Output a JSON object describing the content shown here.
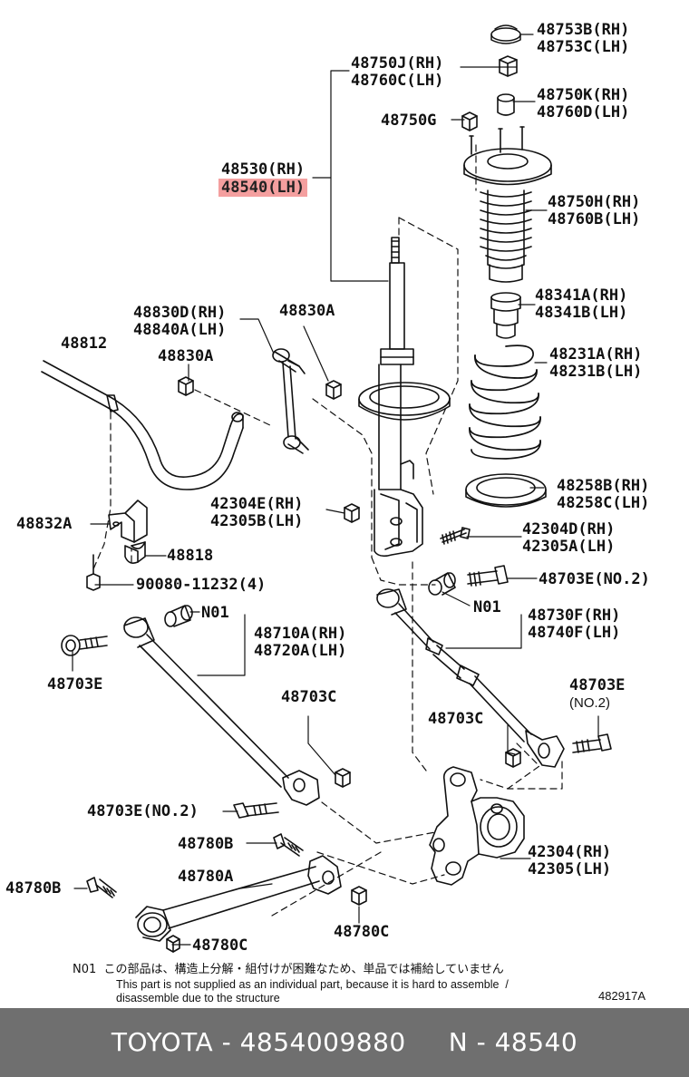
{
  "labels": {
    "p48753": [
      "48753B(RH)",
      "48753C(LH)"
    ],
    "p48750j": [
      "48750J(RH)",
      "48760C(LH)"
    ],
    "p48750k": [
      "48750K(RH)",
      "48760D(LH)"
    ],
    "p48750g": "48750G",
    "p48530": [
      "48530(RH)",
      "48540(LH)"
    ],
    "p48750h": [
      "48750H(RH)",
      "48760B(LH)"
    ],
    "p48341": [
      "48341A(RH)",
      "48341B(LH)"
    ],
    "p48830d": [
      "48830D(RH)",
      "48840A(LH)"
    ],
    "p48830a_1": "48830A",
    "p48812": "48812",
    "p48830a_2": "48830A",
    "p48231": [
      "48231A(RH)",
      "48231B(LH)"
    ],
    "p48258": [
      "48258B(RH)",
      "48258C(LH)"
    ],
    "p42304e": [
      "42304E(RH)",
      "42305B(LH)"
    ],
    "p48832": "48832A",
    "p42304d": [
      "42304D(RH)",
      "42305A(LH)"
    ],
    "p48818": "48818",
    "p90080": "90080-11232(4)",
    "p48703e_no2_top": "48703E(NO.2)",
    "p_n01_right": "N01",
    "p48730f": [
      "48730F(RH)",
      "48740F(LH)"
    ],
    "p_n01_left": "N01",
    "p48710a": [
      "48710A(RH)",
      "48720A(LH)"
    ],
    "p48703e_left": "48703E",
    "p48703e_right": [
      "48703E",
      "(NO.2)"
    ],
    "p48703c_mid": "48703C",
    "p48703c_right": "48703C",
    "p48703e_no2_bottom": "48703E(NO.2)",
    "p48780b_top": "48780B",
    "p42304": [
      "42304(RH)",
      "42305(LH)"
    ],
    "p48780a": "48780A",
    "p48780b_left": "48780B",
    "p48780c_right": "48780C",
    "p48780c_bottom": "48780C"
  },
  "note": {
    "code": "N01",
    "jp": "この部品は、構造上分解・組付けが困難なため、単品では補給していません",
    "en_line1": "This part is not supplied as an individual part, because it is hard to assemble  /",
    "en_line2": "disassemble due to the structure"
  },
  "figure_number": "482917A",
  "footer": "TOYOTA - 4854009880     N - 48540",
  "highlight": {
    "part": "48540(LH)",
    "color": "#eb5050"
  }
}
